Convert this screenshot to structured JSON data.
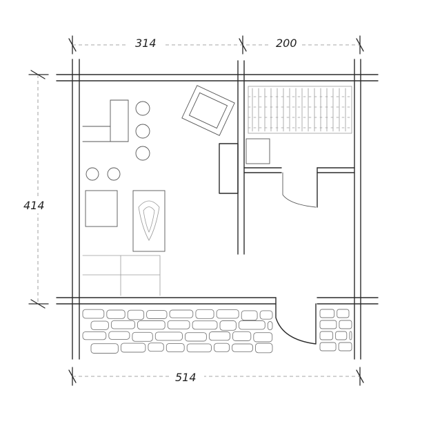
{
  "dimensions": {
    "top_left_span": "314",
    "top_right_span": "200",
    "left_height": "414",
    "bottom_span": "514"
  },
  "colors": {
    "ink": "#2a2a2a",
    "paper": "#ffffff"
  }
}
